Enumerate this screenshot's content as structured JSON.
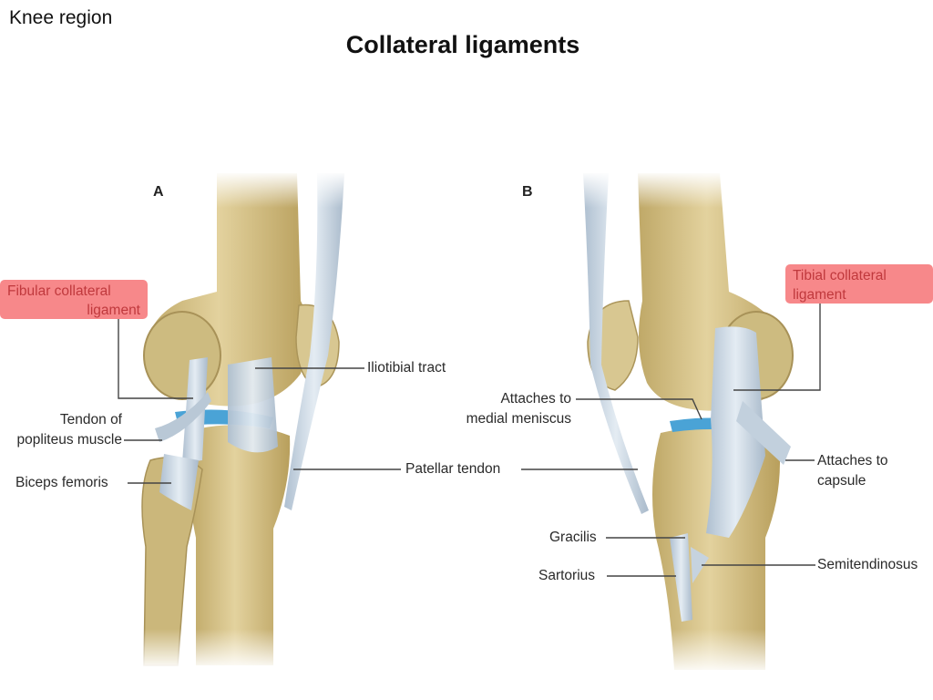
{
  "header": {
    "section": "Knee region",
    "title": "Collateral ligaments"
  },
  "panels": {
    "a": {
      "letter": "A",
      "highlight": [
        "Fibular collateral",
        "ligament"
      ],
      "labels": {
        "iliotibial": "Iliotibial tract",
        "popliteus": [
          "Tendon of",
          "popliteus muscle"
        ],
        "biceps": "Biceps femoris",
        "patellar": "Patellar tendon"
      }
    },
    "b": {
      "letter": "B",
      "highlight": [
        "Tibial collateral",
        "ligament"
      ],
      "labels": {
        "meniscus": [
          "Attaches to",
          "medial meniscus"
        ],
        "capsule": [
          "Attaches to",
          "capsule"
        ],
        "gracilis": "Gracilis",
        "sartorius": "Sartorius",
        "semitendinosus": "Semitendinosus"
      }
    }
  },
  "colors": {
    "bone": "#d9c68f",
    "bone_shade": "#b9a262",
    "ligament": "#c9d6e2",
    "meniscus": "#4aa3d6",
    "highlight_bg": "#f7888a",
    "highlight_text": "#c0393d"
  }
}
